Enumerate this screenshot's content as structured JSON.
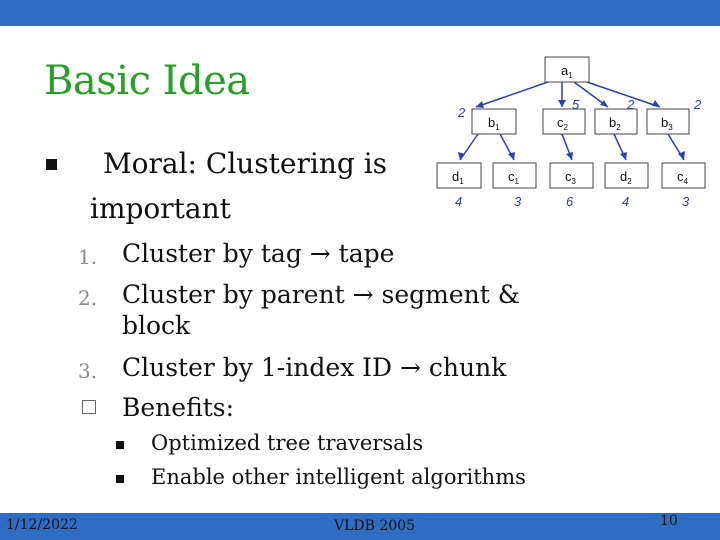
{
  "slide": {
    "title": "Basic Idea",
    "main_bullet_line1": "Moral: Clustering is",
    "main_bullet_line2": "important",
    "items": [
      {
        "marker": "1.",
        "text": "Cluster by tag → tape"
      },
      {
        "marker": "2.",
        "text_line1": "Cluster by parent → segment &",
        "text_line2": "block"
      },
      {
        "marker": "3.",
        "text": "Cluster by 1-index ID → chunk"
      },
      {
        "text": "Benefits:"
      }
    ],
    "sub_items": [
      "Optimized tree traversals",
      "Enable other intelligent algorithms"
    ]
  },
  "diagram": {
    "root": "a",
    "root_sub": "1",
    "level1": [
      {
        "l": "b",
        "s": "1"
      },
      {
        "l": "c",
        "s": "2"
      },
      {
        "l": "b",
        "s": "2"
      },
      {
        "l": "b",
        "s": "3"
      }
    ],
    "level2": [
      {
        "l": "d",
        "s": "1"
      },
      {
        "l": "c",
        "s": "1"
      },
      {
        "l": "c",
        "s": "3"
      },
      {
        "l": "d",
        "s": "2"
      },
      {
        "l": "c",
        "s": "4"
      }
    ],
    "edge_weights_top": [
      "2",
      "5",
      "2",
      "2"
    ],
    "edge_weights_bottom": [
      "4",
      "3",
      "6",
      "4",
      "3"
    ],
    "edge_color": "#2a3fb0"
  },
  "footer": {
    "date": "1/12/2022",
    "conference": "VLDB 2005",
    "page": "10"
  }
}
